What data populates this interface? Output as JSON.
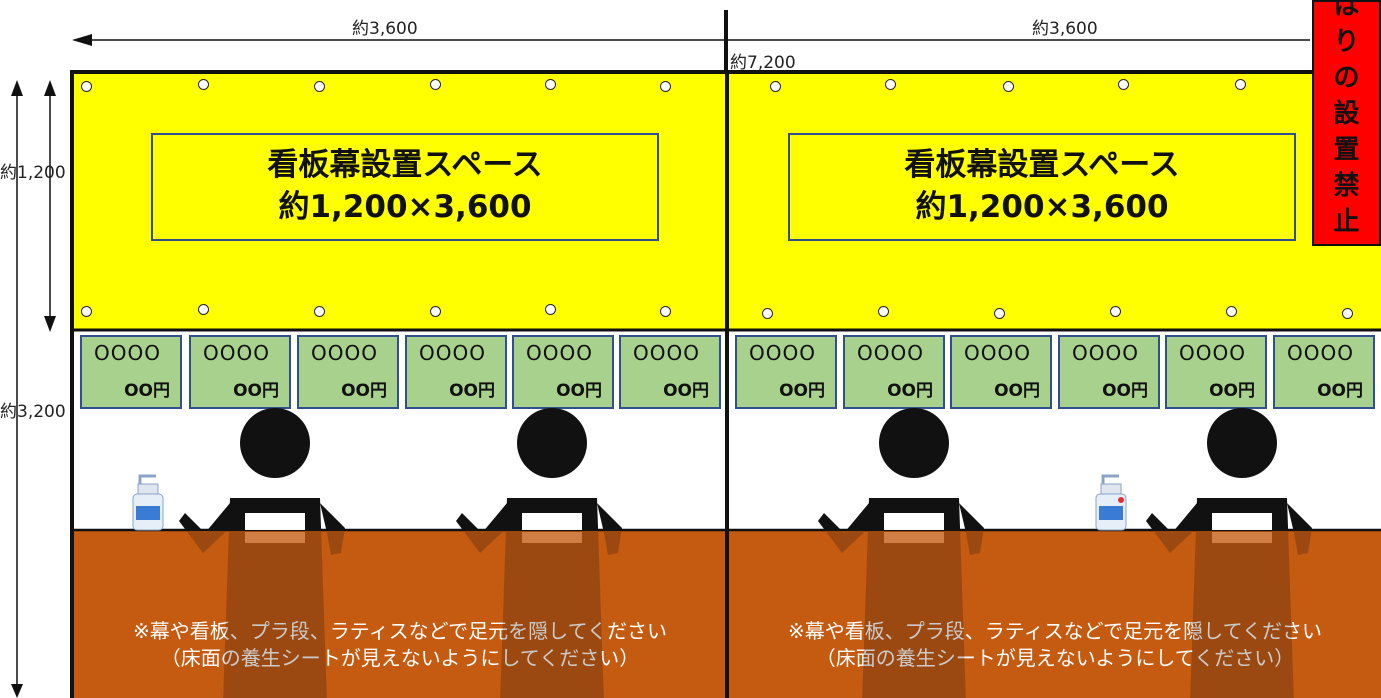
{
  "dimensions": {
    "half_width_left": "約3,600",
    "half_width_right": "約3,600",
    "total_width": "約7,200",
    "banner_height": "約1,200",
    "total_height": "約3,200"
  },
  "banners": [
    {
      "title": "看板幕設置スペース",
      "size": "約1,200×3,600"
    },
    {
      "title": "看板幕設置スペース",
      "size": "約1,200×3,600"
    }
  ],
  "price_tags": [
    {
      "name": "OOOO",
      "price": "OO円"
    },
    {
      "name": "OOOO",
      "price": "OO円"
    },
    {
      "name": "OOOO",
      "price": "OO円"
    },
    {
      "name": "OOOO",
      "price": "OO円"
    },
    {
      "name": "OOOO",
      "price": "OO円"
    },
    {
      "name": "OOOO",
      "price": "OO円"
    },
    {
      "name": "OOOO",
      "price": "OO円"
    },
    {
      "name": "OOOO",
      "price": "OO円"
    },
    {
      "name": "OOOO",
      "price": "OO円"
    },
    {
      "name": "OOOO",
      "price": "OO円"
    },
    {
      "name": "OOOO",
      "price": "OO円"
    },
    {
      "name": "OOOO",
      "price": "OO円"
    }
  ],
  "floor_notes": [
    {
      "line1": "※幕や看板、プラ段、ラティスなどで足元を隠してください",
      "line2": "（床面の養生シートが見えないようにしてください）"
    },
    {
      "line1": "※幕や看板、プラ段、ラティスなどで足元を隠してください",
      "line2": "（床面の養生シートが見えないようにしてください）"
    }
  ],
  "warning_label": [
    "は",
    "り",
    "の",
    "設",
    "置",
    "禁",
    "止"
  ],
  "colors": {
    "banner": "#ffff00",
    "price_tag": "#a9d18e",
    "floor": "#c55a11",
    "warning": "#ff0000"
  },
  "icons": [
    "person-silhouette-icon",
    "sanitizer-bottle-icon"
  ]
}
